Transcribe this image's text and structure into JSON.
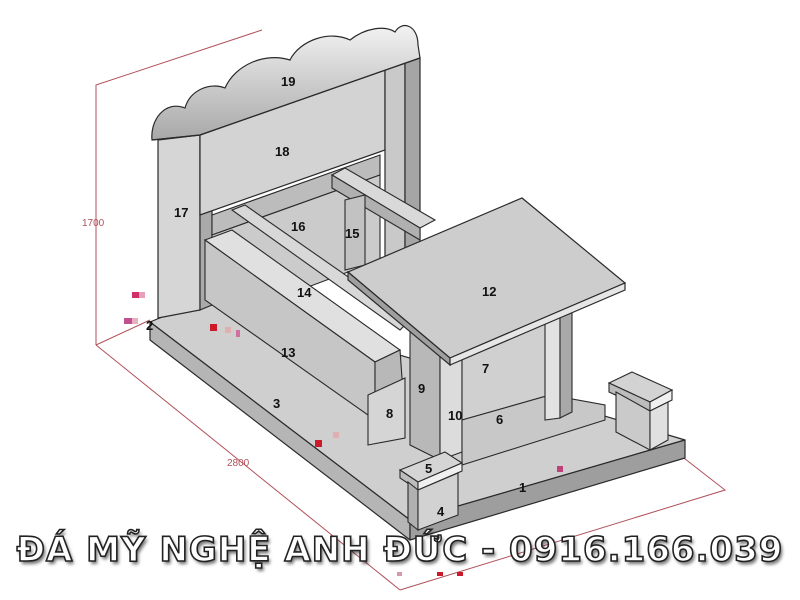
{
  "diagram": {
    "type": "isometric-technical-drawing",
    "subject": "stone tomb (mộ đá) with headstone, altar table and pillars",
    "colors": {
      "stone_light": "#d9d9d9",
      "stone_mid": "#c4c4c4",
      "stone_dark": "#a9a9a9",
      "outline": "#2a2a2a",
      "dimension_line": "#b0505a",
      "background": "#ffffff"
    },
    "dimensions": {
      "height": "1700",
      "length": "2800"
    },
    "parts": [
      {
        "id": "1",
        "label": "1"
      },
      {
        "id": "2",
        "label": "2"
      },
      {
        "id": "3",
        "label": "3"
      },
      {
        "id": "4",
        "label": "4"
      },
      {
        "id": "5",
        "label": "5"
      },
      {
        "id": "6",
        "label": "6"
      },
      {
        "id": "7",
        "label": "7"
      },
      {
        "id": "8",
        "label": "8"
      },
      {
        "id": "9",
        "label": "9"
      },
      {
        "id": "10",
        "label": "10"
      },
      {
        "id": "12",
        "label": "12"
      },
      {
        "id": "13",
        "label": "13"
      },
      {
        "id": "14",
        "label": "14"
      },
      {
        "id": "15",
        "label": "15"
      },
      {
        "id": "16",
        "label": "16"
      },
      {
        "id": "17",
        "label": "17"
      },
      {
        "id": "18",
        "label": "18"
      },
      {
        "id": "19",
        "label": "19"
      }
    ]
  },
  "watermark": {
    "text": "ĐÁ MỸ NGHỆ ANH ĐỨC - 0916.166.039"
  }
}
